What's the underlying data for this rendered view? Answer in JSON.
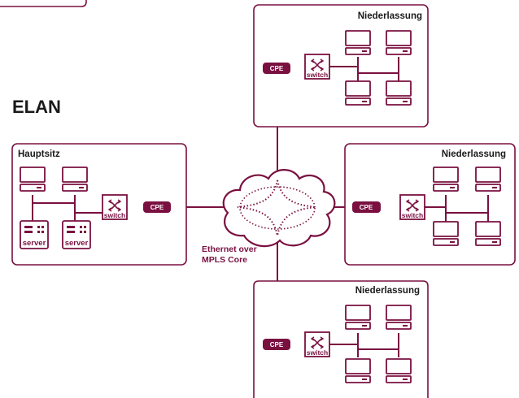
{
  "title": "ELAN",
  "colors": {
    "accent": "#7a1040",
    "background": "#ffffff",
    "text": "#1a1a1a"
  },
  "headquarters": {
    "label": "Hauptsitz",
    "servers": [
      "server",
      "server"
    ],
    "switch_label": "switch",
    "cpe_label": "CPE"
  },
  "branches": [
    {
      "label": "Niederlassung",
      "switch_label": "switch",
      "cpe_label": "CPE"
    },
    {
      "label": "Niederlassung",
      "switch_label": "switch",
      "cpe_label": "CPE"
    },
    {
      "label": "Niederlassung",
      "switch_label": "switch",
      "cpe_label": "CPE"
    }
  ],
  "core": {
    "line1": "Ethernet over",
    "line2": "MPLS Core"
  },
  "icons": [
    "workstation-icon",
    "server-icon",
    "switch-icon",
    "cpe-router-icon",
    "cloud-icon"
  ]
}
